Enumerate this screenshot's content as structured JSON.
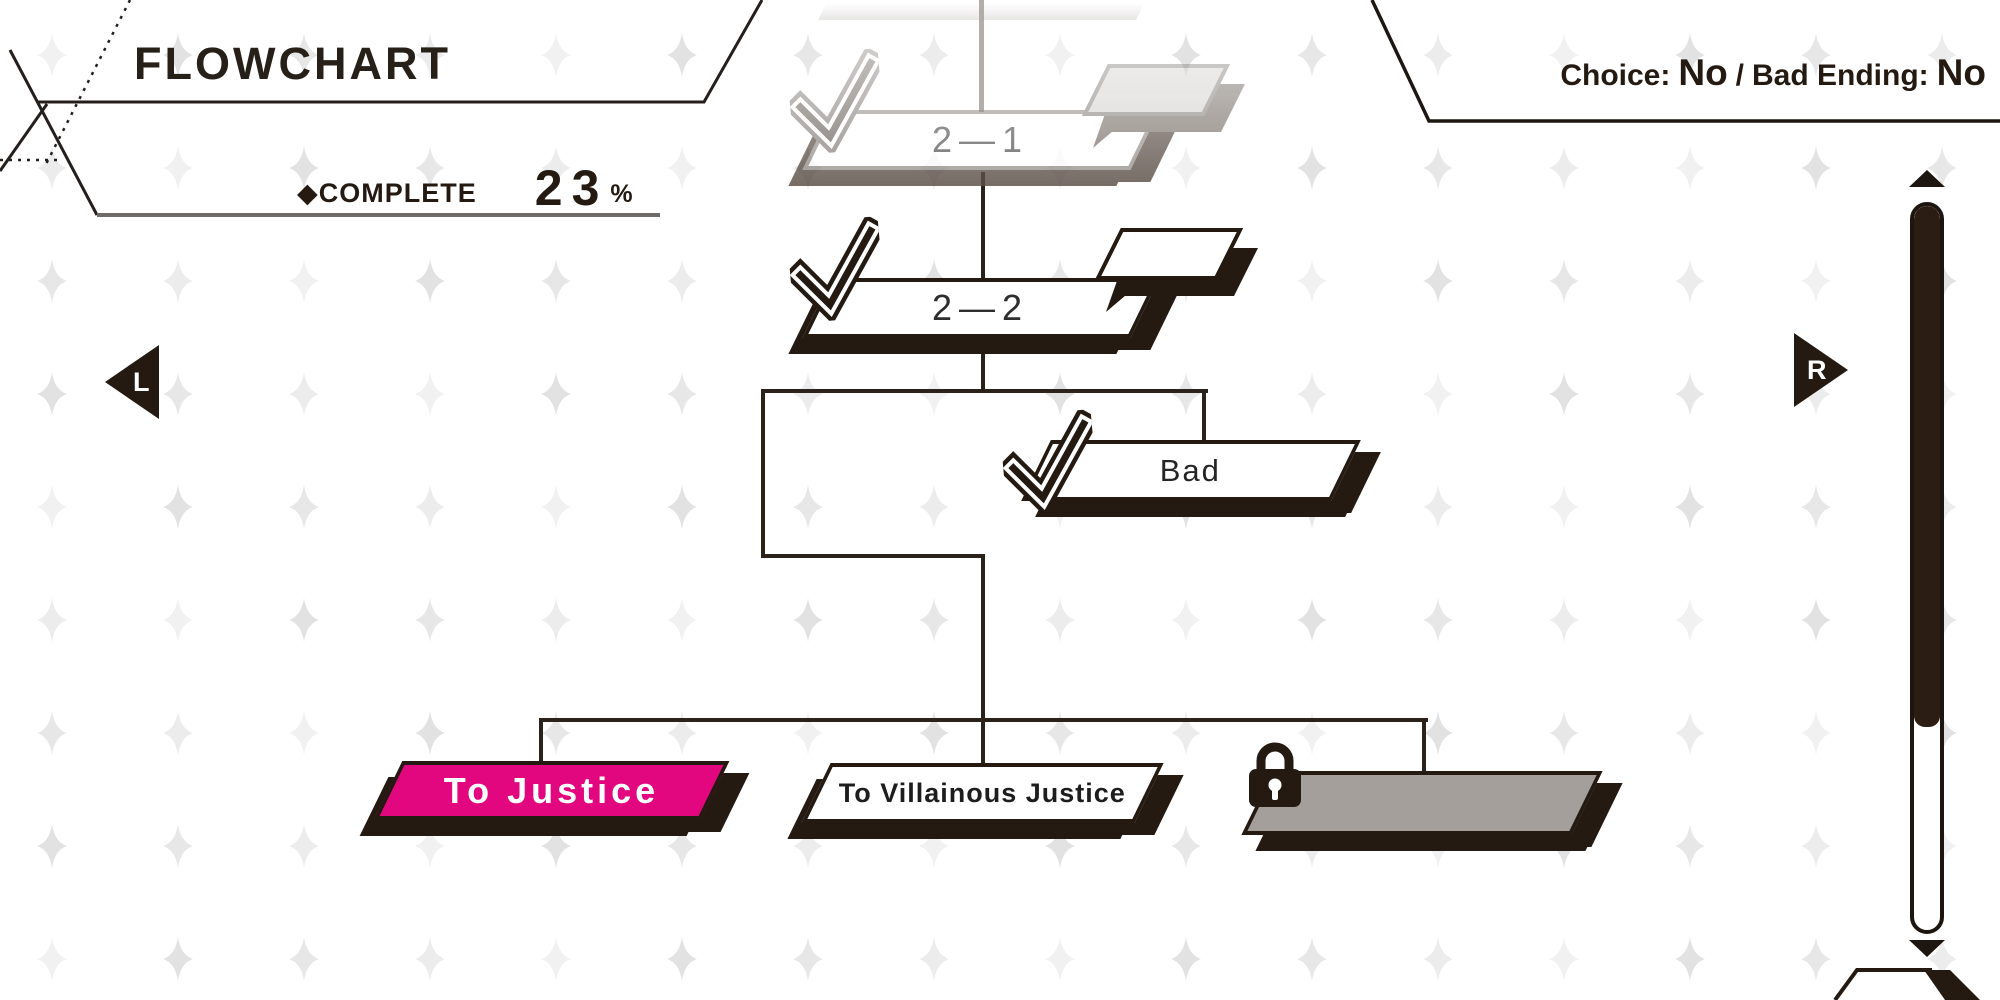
{
  "header": {
    "title": "FLOWCHART",
    "complete": {
      "label": "◆COMPLETE",
      "value": "23",
      "unit": "%"
    }
  },
  "status": {
    "choice_label": "Choice:",
    "choice_value": "No",
    "separator": "/",
    "bad_ending_label": "Bad Ending:",
    "bad_ending_value": "No"
  },
  "nav": {
    "left": "L",
    "right": "R"
  },
  "flowchart": {
    "nodes": [
      {
        "id": "2-1",
        "label": "2—1",
        "state": "cleared-faded",
        "check": true,
        "bubble": true
      },
      {
        "id": "2-2",
        "label": "2—2",
        "state": "cleared",
        "check": true,
        "bubble": true
      },
      {
        "id": "bad",
        "label": "Bad",
        "state": "cleared",
        "check": true
      },
      {
        "id": "to-justice",
        "label": "To Justice",
        "state": "highlighted"
      },
      {
        "id": "to-villainous-justice",
        "label": "To Villainous Justice",
        "state": "available"
      },
      {
        "id": "locked",
        "label": "",
        "state": "locked",
        "lock": true
      }
    ]
  },
  "scrollbar": {
    "filled_ratio": "72%"
  },
  "icons": {
    "check": "check-icon",
    "bubble": "speech-bubble-icon",
    "lock": "lock-icon",
    "up": "triangle-up-icon",
    "down": "triangle-down-icon"
  },
  "colors": {
    "accent_pink": "#e2077e",
    "ink": "#241a12",
    "line": "#2b231b",
    "faded_line": "#b3aeaa",
    "locked_fill": "#a49f9b",
    "sparkle": "#d2d2d2"
  }
}
